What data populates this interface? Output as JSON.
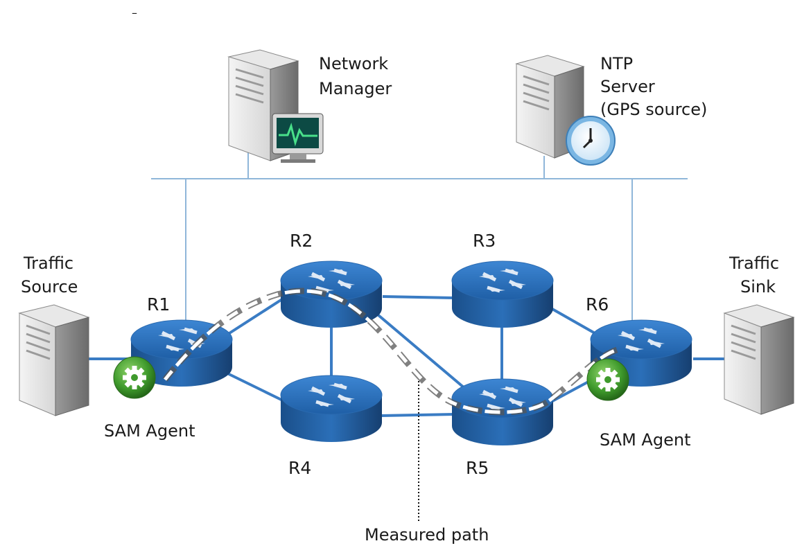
{
  "diagram": {
    "top_mark": "–",
    "nodes": {
      "network_manager": {
        "label_line1": "Network",
        "label_line2": "Manager",
        "icon": "server-monitor-icon"
      },
      "ntp_server": {
        "label_line1": "NTP",
        "label_line2": "Server",
        "label_line3": "(GPS source)",
        "icon": "server-clock-icon"
      },
      "traffic_source": {
        "label_line1": "Traffic",
        "label_line2": "Source",
        "icon": "server-icon"
      },
      "traffic_sink": {
        "label_line1": "Traffic",
        "label_line2": "Sink",
        "icon": "server-icon"
      }
    },
    "routers": [
      {
        "id": "R1",
        "label": "R1"
      },
      {
        "id": "R2",
        "label": "R2"
      },
      {
        "id": "R3",
        "label": "R3"
      },
      {
        "id": "R4",
        "label": "R4"
      },
      {
        "id": "R5",
        "label": "R5"
      },
      {
        "id": "R6",
        "label": "R6"
      }
    ],
    "agents": [
      {
        "attached_to": "R1",
        "label": "SAM Agent",
        "icon": "gear-icon"
      },
      {
        "attached_to": "R6",
        "label": "SAM Agent",
        "icon": "gear-icon"
      }
    ],
    "links": [
      [
        "Traffic Source",
        "R1"
      ],
      [
        "R1",
        "R2"
      ],
      [
        "R1",
        "R4"
      ],
      [
        "R2",
        "R3"
      ],
      [
        "R2",
        "R4"
      ],
      [
        "R2",
        "R5"
      ],
      [
        "R3",
        "R5"
      ],
      [
        "R3",
        "R6"
      ],
      [
        "R4",
        "R5"
      ],
      [
        "R5",
        "R6"
      ],
      [
        "R6",
        "Traffic Sink"
      ]
    ],
    "measured_path": {
      "label": "Measured path",
      "route": [
        "R1",
        "R2",
        "R5",
        "R6"
      ]
    },
    "colors": {
      "management_line": "#8fb6d9",
      "link": "#3a7cc4",
      "router_top": "#2f74bf",
      "router_side": "#1c5695",
      "agent_green": "#4a9a35"
    }
  }
}
